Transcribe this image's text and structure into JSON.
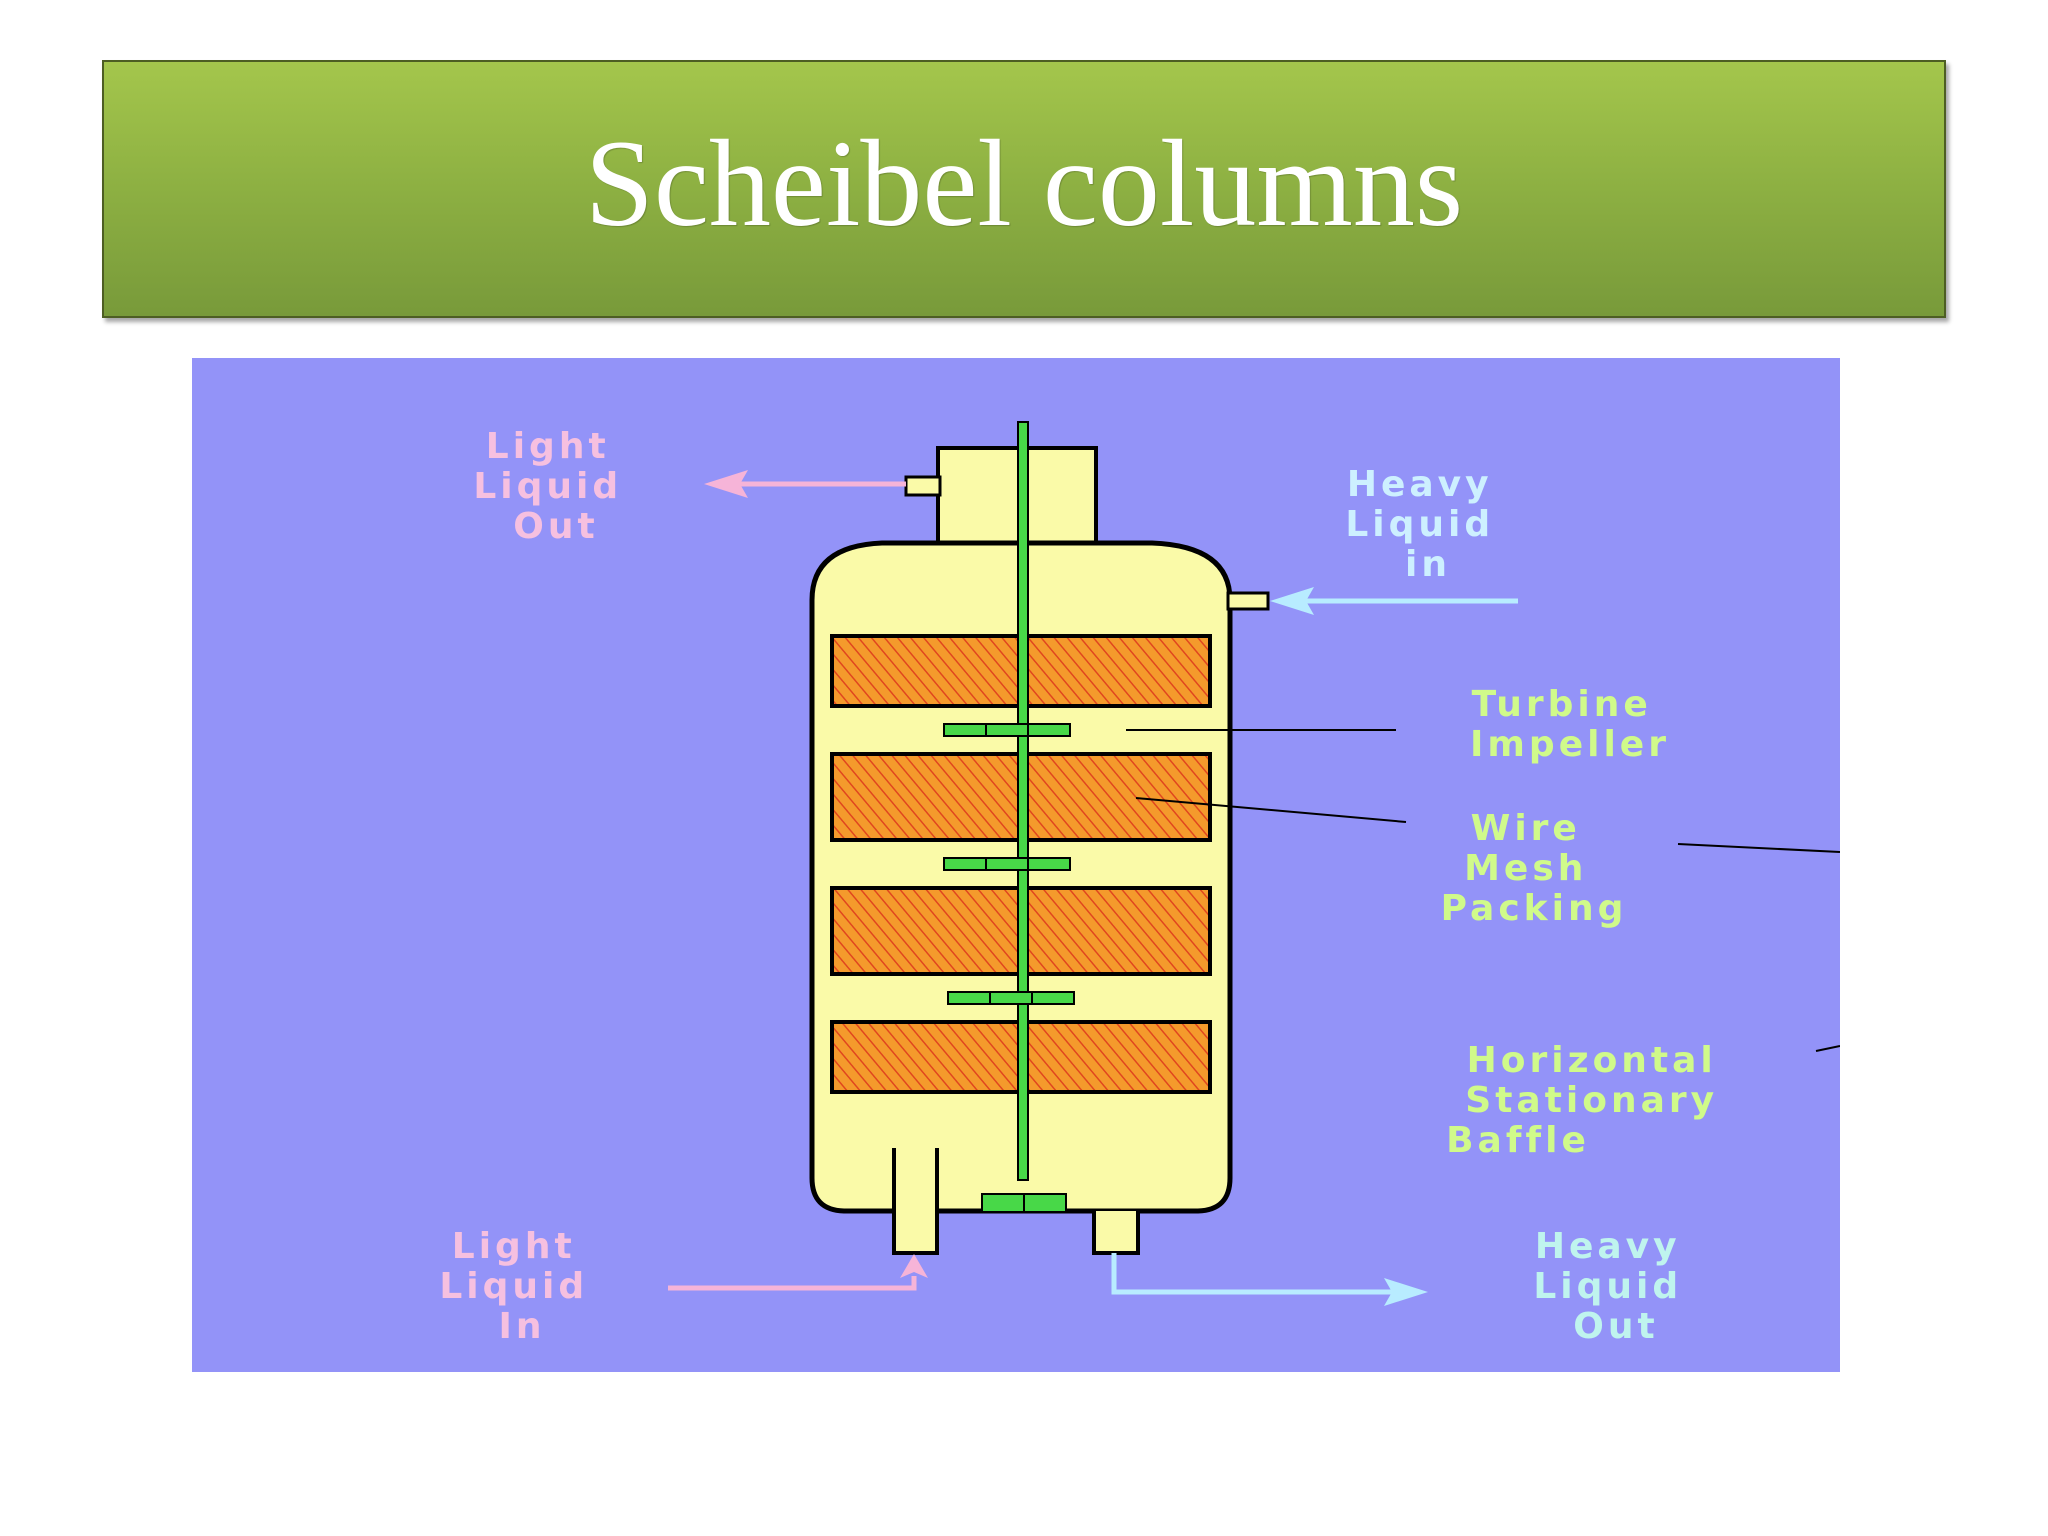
{
  "slide": {
    "title": "Scheibel columns"
  },
  "labels": {
    "light_out": [
      "Light",
      "Liquid",
      "Out"
    ],
    "heavy_in": [
      "Heavy",
      "Liquid",
      "in"
    ],
    "turbine": [
      "Turbine",
      "Impeller"
    ],
    "wire_mesh": [
      "Wire",
      "Mesh",
      "Packing"
    ],
    "baffle": [
      "Horizontal",
      "Stationary",
      "Baffle"
    ],
    "light_in": [
      "Light",
      "Liquid",
      "In"
    ],
    "heavy_out": [
      "Heavy",
      "Liquid",
      "Out"
    ]
  },
  "colors": {
    "background": "#9393f8",
    "vessel": "#fafaa8",
    "packing": "#f49a2c",
    "shaft": "#48d848",
    "light_stream": "#f6b4d8",
    "heavy_stream": "#b8ecff"
  }
}
